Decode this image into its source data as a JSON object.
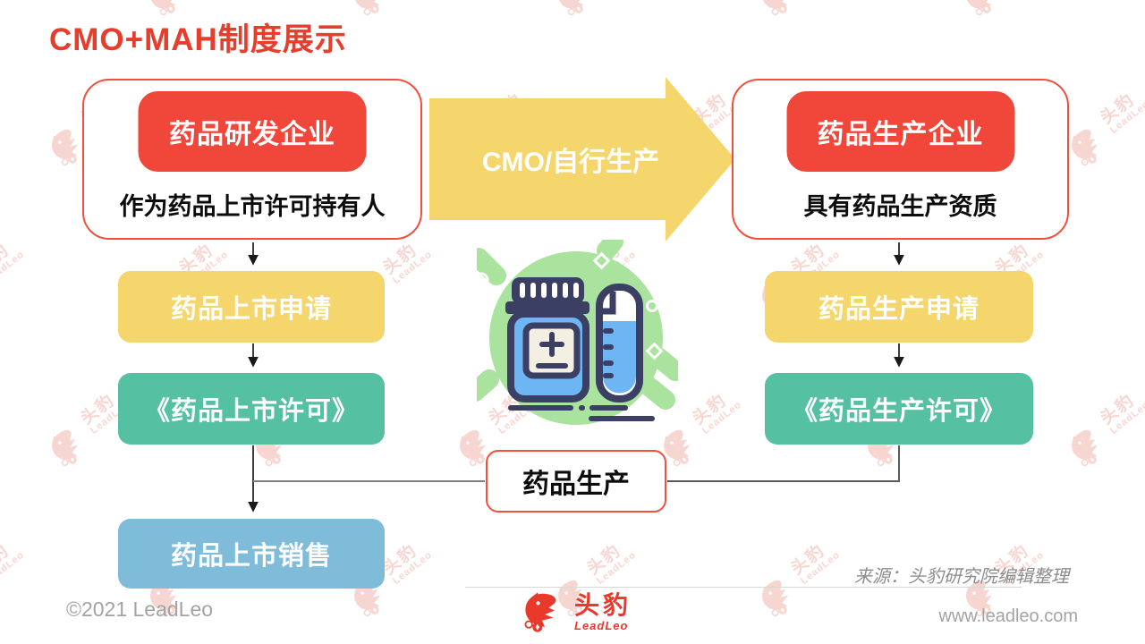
{
  "title": "CMO+MAH制度展示",
  "left_group": {
    "header": "药品研发企业",
    "caption": "作为药品上市许可持有人"
  },
  "arrow": {
    "label": "CMO/自行生产"
  },
  "right_group": {
    "header": "药品生产企业",
    "caption": "具有药品生产资质"
  },
  "left_flow": [
    {
      "label": "药品上市申请",
      "color": "#f5d66d"
    },
    {
      "label": "《药品上市许可》",
      "color": "#56c0a2"
    },
    {
      "label": "药品上市销售",
      "color": "#7fbcd9"
    }
  ],
  "right_flow": [
    {
      "label": "药品生产申请",
      "color": "#f5d66d"
    },
    {
      "label": "《药品生产许可》",
      "color": "#56c0a2"
    }
  ],
  "center_box": {
    "label": "药品生产"
  },
  "footer": {
    "copyright": "©2021 LeadLeo",
    "source": "来源：头豹研究院编辑整理",
    "website": "www.leadleo.com",
    "logo_cn": "头豹",
    "logo_en": "LeadLeo"
  },
  "watermark": {
    "cn": "头豹",
    "en": "LeadLeo"
  },
  "colors": {
    "accent_red": "#f0473a",
    "title_red": "#e73d2c",
    "yellow": "#f5d66d",
    "teal_green": "#56c0a2",
    "light_blue": "#7fbcd9",
    "illustration_green": "#a9e39e",
    "illustration_navy": "#3a3f63",
    "bottle_blue": "#6db5f3",
    "watermark_pink": "#f6d0ca",
    "connector_gray": "#7f7f7f",
    "footer_gray": "#a3a3a3"
  }
}
